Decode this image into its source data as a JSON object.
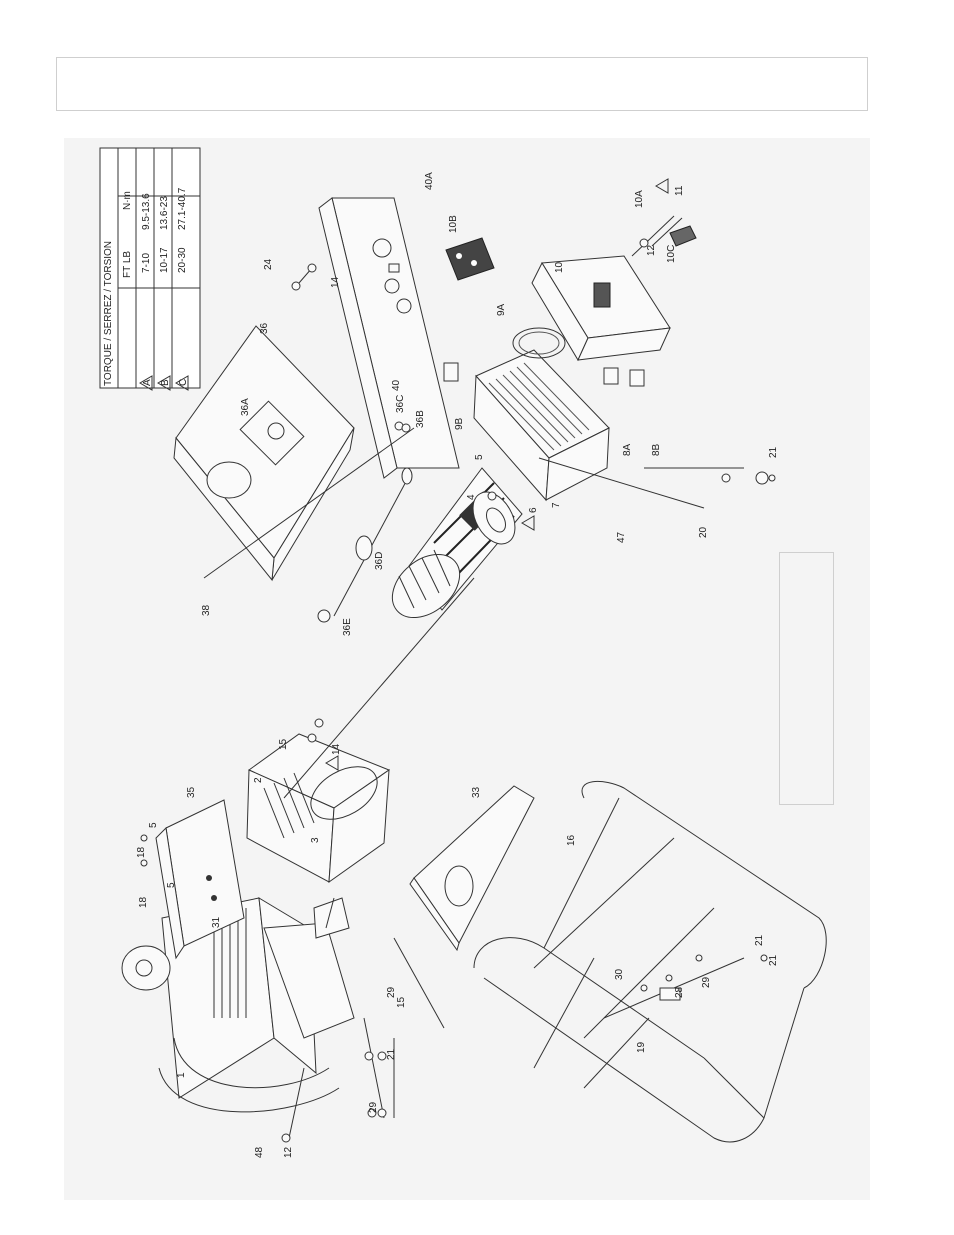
{
  "torque_table": {
    "header": "TORQUE / SERREZ / TORSION",
    "col_ftlb": "FT LB",
    "col_nm": "N·m",
    "rows": [
      {
        "mark": "A",
        "ftlb": "7-10",
        "nm": "9.5-13.6"
      },
      {
        "mark": "B",
        "ftlb": "10-17",
        "nm": "13.6-23"
      },
      {
        "mark": "C",
        "ftlb": "20-30",
        "nm": "27.1-40.7"
      }
    ]
  },
  "part_labels": {
    "p1": "1",
    "p2": "2",
    "p3": "3",
    "p4": "4",
    "p5a": "5",
    "p5b": "5",
    "p5c": "5",
    "p6": "6",
    "p7": "7",
    "p8a": "8A",
    "p8b": "8B",
    "p9a": "9A",
    "p9b": "9B",
    "p10": "10",
    "p10a": "10A",
    "p10b": "10B",
    "p10c": "10C",
    "p11": "11",
    "p12a": "12",
    "p12b": "12",
    "p14a": "14",
    "p14b": "14",
    "p15a": "15",
    "p15b": "15",
    "p16": "16",
    "p18a": "18",
    "p18b": "18",
    "p19": "19",
    "p20": "20",
    "p21a": "21",
    "p21b": "21",
    "p21c": "21",
    "p21d": "21",
    "p24": "24",
    "p28": "28",
    "p29a": "29",
    "p29b": "29",
    "p29c": "29",
    "p30": "30",
    "p31": "31",
    "p33": "33",
    "p35": "35",
    "p36": "36",
    "p36a": "36A",
    "p36b": "36B",
    "p36c": "36C",
    "p36d": "36D",
    "p36e": "36E",
    "p38": "38",
    "p40": "40",
    "p40a": "40A",
    "p47": "47",
    "p48": "48"
  }
}
